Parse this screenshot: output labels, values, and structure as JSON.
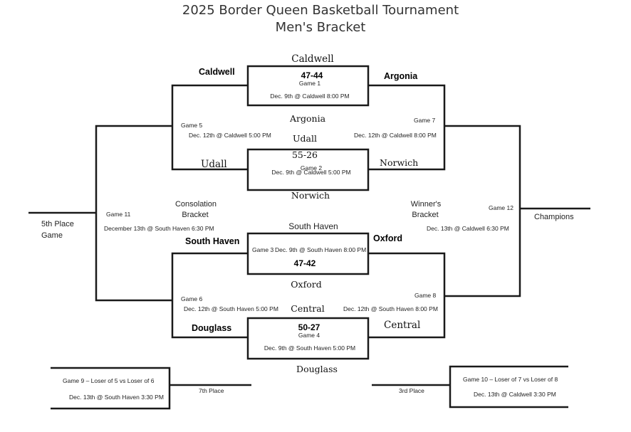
{
  "title": {
    "line1": "2025 Border Queen Basketball Tournament",
    "line2": "Men's Bracket"
  },
  "games": {
    "g1": {
      "label": "Game 1",
      "score": "47-44",
      "info": "Dec. 9th @ Caldwell 8:00 PM",
      "top_team": "Caldwell",
      "left_team": "Caldwell",
      "right_team": "Argonia",
      "bottom_team": "Argonia"
    },
    "g2": {
      "label": "Game 2",
      "score": "55-26",
      "info": "Dec. 9th @ Caldwell 5:00 PM",
      "top_team": "Udall",
      "left_team": "Udall",
      "right_team": "Norwich",
      "bottom_team": "Norwich"
    },
    "g3": {
      "label": "Game 3",
      "score": "47-42",
      "info": "Dec. 9th @ South Haven 8:00 PM",
      "top_team": "South Haven",
      "left_team": "South Haven",
      "right_team": "Oxford",
      "bottom_team": "Oxford"
    },
    "g4": {
      "label": "Game 4",
      "score": "50-27",
      "info": "Dec. 9th @ South Haven 5:00 PM",
      "top_team": "Central",
      "left_team": "Douglass",
      "right_team": "Central",
      "bottom_team": "Douglass"
    },
    "g5": {
      "label": "Game 5",
      "info": "Dec. 12th @ Caldwell 5:00 PM"
    },
    "g6": {
      "label": "Game 6",
      "info": "Dec. 12th @ South Haven 5:00 PM"
    },
    "g7": {
      "label": "Game 7",
      "info": "Dec. 12th @ Caldwell 8:00 PM"
    },
    "g8": {
      "label": "Game 8",
      "info": "Dec. 12th @ South Haven 8:00 PM"
    },
    "g9": {
      "label": "Game 9 – Loser of 5 vs Loser of 6",
      "info": "Dec. 13th @ South Haven 3:30 PM",
      "place": "7th Place"
    },
    "g10": {
      "label": "Game 10 – Loser of 7 vs Loser of 8",
      "info": "Dec. 13th @ Caldwell 3:30 PM",
      "place": "3rd Place"
    },
    "g11": {
      "label": "Game 11",
      "info": "December 13th @ South Haven 6:30 PM"
    },
    "g12": {
      "label": "Game 12",
      "info": "Dec. 13th @ Caldwell 6:30 PM"
    }
  },
  "labels": {
    "consolation_line1": "Consolation",
    "consolation_line2": "Bracket",
    "winners_line1": "Winner's",
    "winners_line2": "Bracket",
    "fifth_line1": "5th Place",
    "fifth_line2": "Game",
    "champions": "Champions"
  }
}
